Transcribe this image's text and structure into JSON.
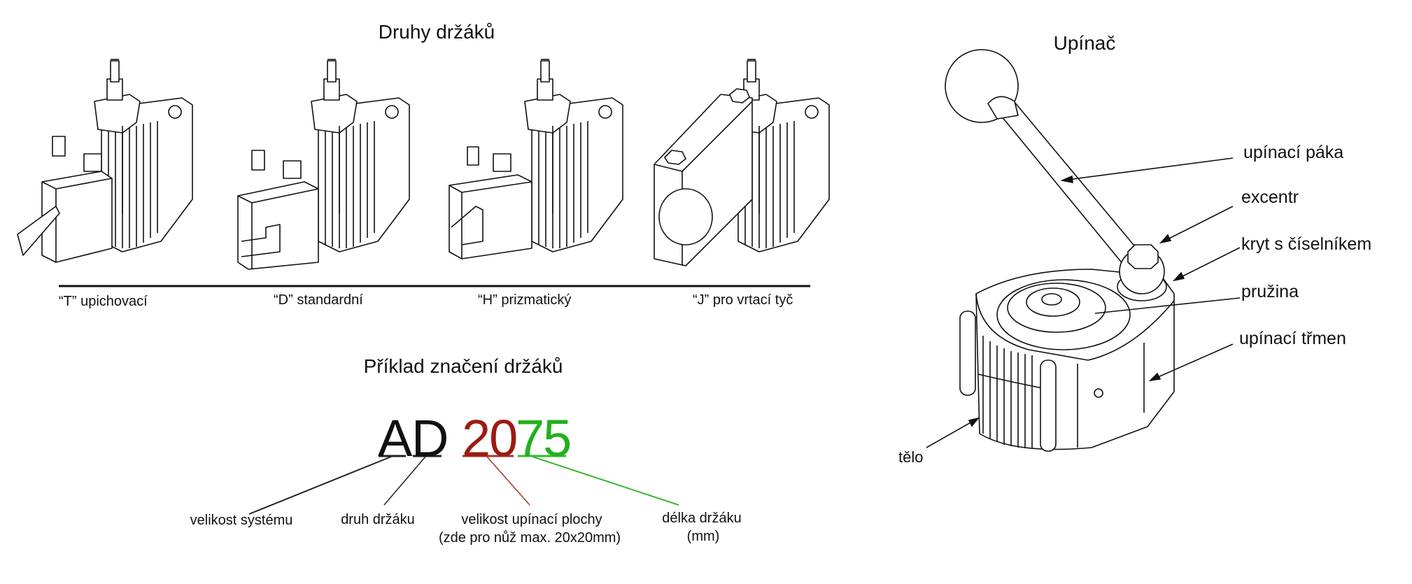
{
  "holder_types": {
    "title": "Druhy držáků",
    "items": [
      {
        "code": "T",
        "label": "“T” upichovací"
      },
      {
        "code": "D",
        "label": "“D” standardní"
      },
      {
        "code": "H",
        "label": "“H” prizmatický"
      },
      {
        "code": "J",
        "label": "“J” pro vrtací tyč"
      }
    ]
  },
  "designation": {
    "title": "Příklad značení držáků",
    "parts": [
      {
        "text": "A",
        "color": "#111111",
        "label": "velikost systému"
      },
      {
        "text": "D",
        "color": "#111111",
        "label": "druh držáku"
      },
      {
        "text": "20",
        "color": "#9b1c13",
        "label": "velikost upínací plochy",
        "sublabel": "(zde pro nůž max. 20x20mm)"
      },
      {
        "text": "75",
        "color": "#22b01e",
        "label": "délka držáku",
        "sublabel": "(mm)"
      }
    ]
  },
  "clamp": {
    "title": "Upínač",
    "parts": [
      {
        "label": "upínací páka"
      },
      {
        "label": "excentr"
      },
      {
        "label": "kryt s číselníkem"
      },
      {
        "label": "pružina"
      },
      {
        "label": "upínací třmen"
      },
      {
        "label": "tělo"
      }
    ]
  }
}
